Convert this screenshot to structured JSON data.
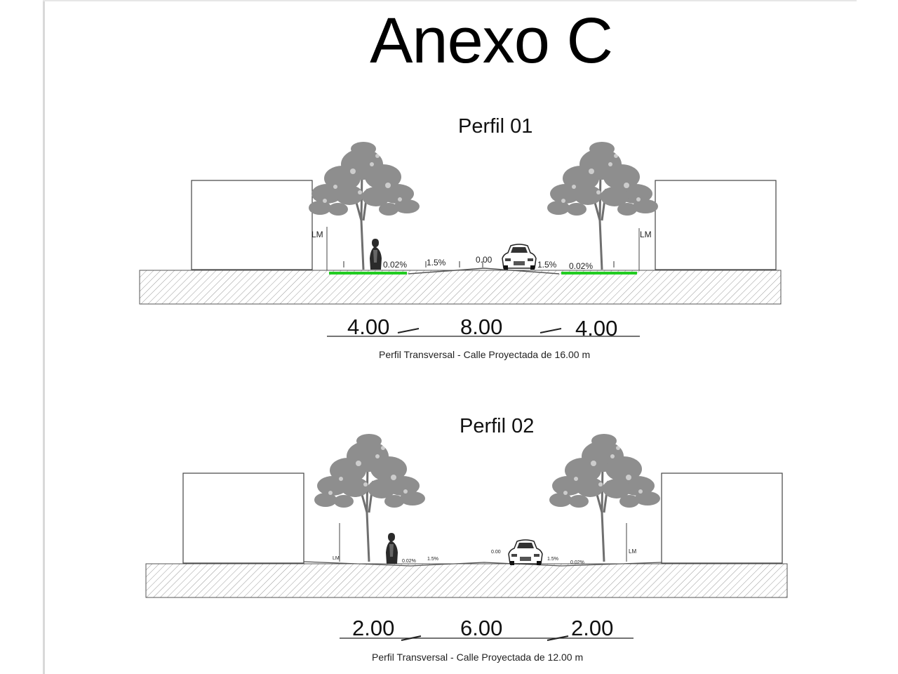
{
  "document": {
    "title": "Anexo C"
  },
  "profiles": [
    {
      "title": "Perfil 01",
      "caption": "Perfil Transversal - Calle Proyectada de 16.00 m",
      "dimensions": [
        "4.00",
        "8.00",
        "4.00"
      ],
      "labels": {
        "lm": "LM",
        "slope_sidewalk": "0.02%",
        "slope_road": "1.5%",
        "level": "0.00"
      }
    },
    {
      "title": "Perfil 02",
      "caption": "Perfil Transversal - Calle Proyectada de 12.00 m",
      "dimensions": [
        "2.00",
        "6.00",
        "2.00"
      ],
      "labels": {
        "lm": "LM",
        "slope_sidewalk": "0.02%",
        "slope_road": "1.5%",
        "level": "0.00"
      }
    }
  ],
  "colors": {
    "sidewalk_green": "#22cc22",
    "tree_gray": "#8c8c8c",
    "hatch": "#8a8a8a"
  }
}
